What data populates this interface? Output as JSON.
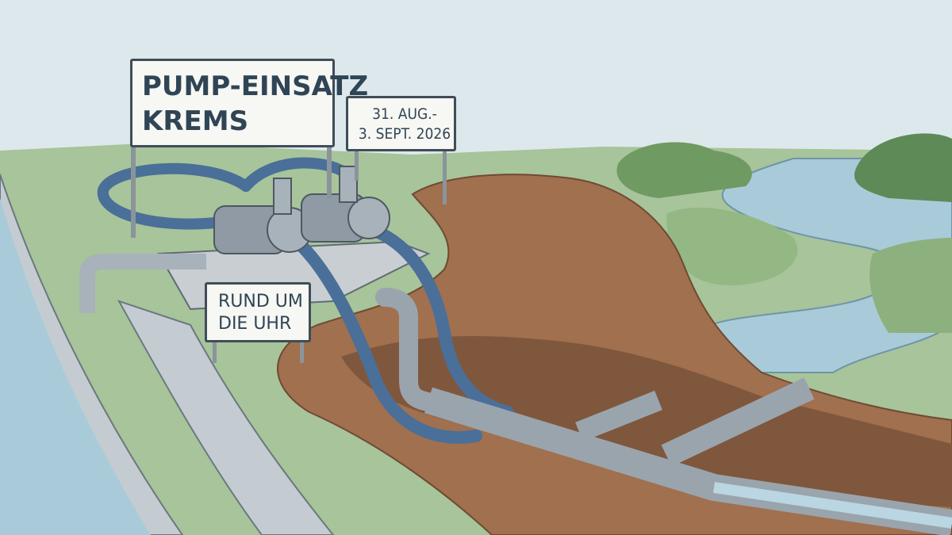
{
  "signs": {
    "main": {
      "line1": "PUMP-EINSATZ",
      "line2": "KREMS"
    },
    "date": {
      "line1": "31. AUG.-",
      "line2": "3. SEPT. 2026"
    },
    "hours": {
      "line1": "RUND UM",
      "line2": "DIE UHR"
    }
  },
  "colors": {
    "sky": "#dde8ec",
    "grass": "#a7c49a",
    "earth": "#a0704f",
    "water": "#a9cbd9",
    "hose": "#4a6f99",
    "pipe": "#8f9aa4",
    "sign_text": "#2f4556"
  }
}
